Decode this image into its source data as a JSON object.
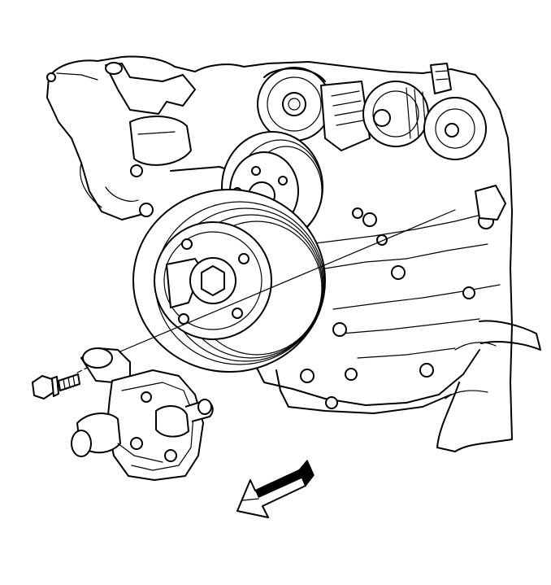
{
  "figure": {
    "kind": "technical-illustration",
    "components": [
      "engine-block",
      "crankshaft-balancer",
      "water-pump-pulley",
      "idler-pulley",
      "belt-tensioner",
      "power-steering-pump",
      "mounting-bolt",
      "direction-arrow"
    ],
    "colors": {
      "line": "#000000",
      "background": "#ffffff"
    },
    "icons": [
      "direction-arrow-icon",
      "bolt-icon"
    ]
  }
}
